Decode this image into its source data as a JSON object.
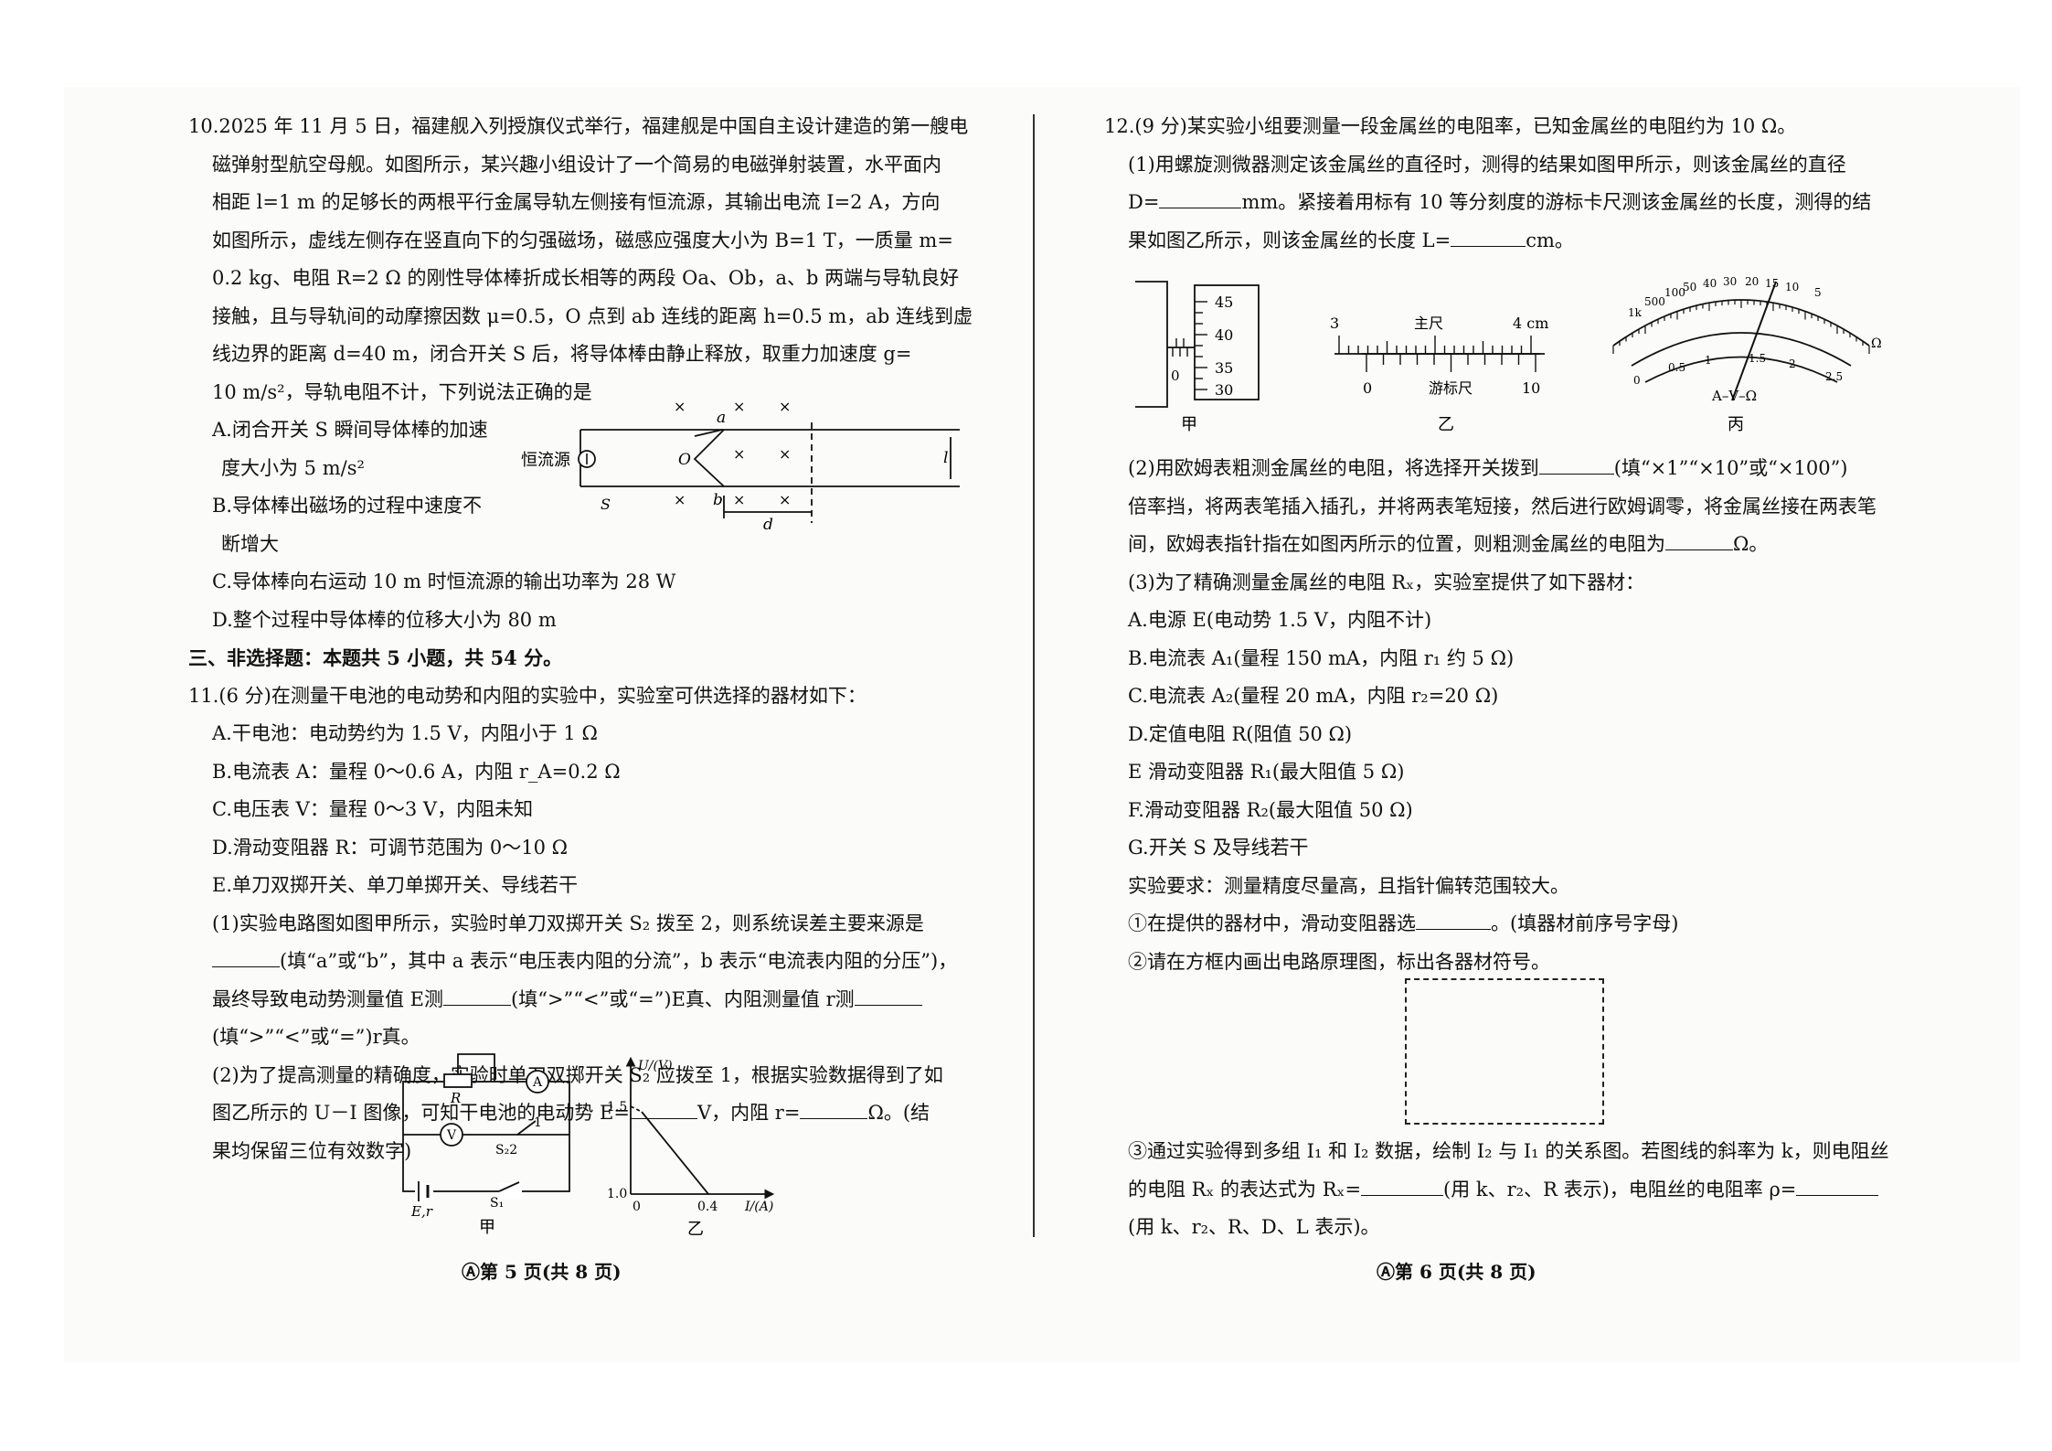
{
  "left_page": {
    "q10": {
      "lines": [
        "10.2025 年 11 月 5 日，福建舰入列授旗仪式举行，福建舰是中国自主设计建造的第一艘电",
        "磁弹射型航空母舰。如图所示，某兴趣小组设计了一个简易的电磁弹射装置，水平面内",
        "相距 l=1 m 的足够长的两根平行金属导轨左侧接有恒流源，其输出电流 I=2 A，方向",
        "如图所示，虚线左侧存在竖直向下的匀强磁场，磁感应强度大小为 B=1 T，一质量 m=",
        "0.2 kg、电阻 R=2 Ω 的刚性导体棒折成长相等的两段 Oa、Ob，a、b 两端与导轨良好",
        "接触，且与导轨间的动摩擦因数 μ=0.5，O 点到 ab 连线的距离 h=0.5 m，ab 连线到虚",
        "线边界的距离 d=40 m，闭合开关 S 后，将导体棒由静止释放，取重力加速度 g=",
        "10 m/s²，导轨电阻不计，下列说法正确的是"
      ],
      "option_a_1": "A.闭合开关 S 瞬间导体棒的加速",
      "option_a_2": "度大小为 5 m/s²",
      "option_b_1": "B.导体棒出磁场的过程中速度不",
      "option_b_2": "断增大",
      "option_c": "C.导体棒向右运动 10 m 时恒流源的输出功率为 28 W",
      "option_d": "D.整个过程中导体棒的位移大小为 80 m",
      "fig_labels": {
        "source": "恒流源",
        "switch": "S",
        "a": "a",
        "b": "b",
        "o": "O",
        "l": "l",
        "d": "d",
        "x": "×"
      }
    },
    "section3": "三、非选择题：本题共 5 小题，共 54 分。",
    "q11": {
      "intro": "11.(6 分)在测量干电池的电动势和内阻的实验中，实验室可供选择的器材如下：",
      "items": [
        "A.干电池：电动势约为 1.5 V，内阻小于 1 Ω",
        "B.电流表 A：量程 0～0.6 A，内阻 r_A=0.2 Ω",
        "C.电压表 V：量程 0～3 V，内阻未知",
        "D.滑动变阻器 R：可调节范围为 0～10 Ω",
        "E.单刀双掷开关、单刀单掷开关、导线若干"
      ],
      "part1_1": "(1)实验电路图如图甲所示，实验时单刀双掷开关 S₂ 拨至 2，则系统误差主要来源是",
      "part1_2": "(填“a”或“b”，其中 a 表示“电压表内阻的分流”，b 表示“电流表内阻的分压”)，",
      "part1_3a": "最终导致电动势测量值 E测",
      "part1_3b": "(填“>”“<”或“=”)E真、内阻测量值 r测",
      "part1_4": "(填“>”“<”或“=”)r真。",
      "part2_1": "(2)为了提高测量的精确度，实验时单刀双掷开关 S₂ 应拨至 1，根据实验数据得到了如",
      "part2_2a": "图乙所示的 U－I 图像，可知干电池的电动势 E=",
      "part2_2b": "V，内阻 r=",
      "part2_2c": "Ω。(结",
      "part2_3": "果均保留三位有效数字)",
      "fig_jia": {
        "R": "R",
        "A": "A",
        "V": "V",
        "one": "1",
        "S2": "S₂2",
        "Er": "E,r",
        "S1": "S₁",
        "caption": "甲"
      },
      "fig_yi": {
        "caption": "乙",
        "ylabel": "U/(V)",
        "xlabel": "I/(A)",
        "y_top": "1.5",
        "y_bottom": "1.0",
        "x_origin": "0",
        "x_end": "0.4"
      }
    },
    "footer": "Ⓐ第 5 页(共 8 页)"
  },
  "right_page": {
    "q12": {
      "intro": "12.(9 分)某实验小组要测量一段金属丝的电阻率，已知金属丝的电阻约为 10 Ω。",
      "p1_1": "(1)用螺旋测微器测定该金属丝的直径时，测得的结果如图甲所示，则该金属丝的直径",
      "p1_2a": "D=",
      "p1_2b": "mm。紧接着用标有 10 等分刻度的游标卡尺测该金属丝的长度，测得的结",
      "p1_3a": "果如图乙所示，则该金属丝的长度 L=",
      "p1_3b": "cm。",
      "fig_jia": {
        "ticks": [
          "45",
          "40",
          "35",
          "30"
        ],
        "zero": "0",
        "caption": "甲"
      },
      "fig_yi": {
        "main_left": "3",
        "main_title": "主尺",
        "main_right": "4 cm",
        "vernier_left": "0",
        "vernier_title": "游标尺",
        "vernier_right": "10",
        "caption": "乙"
      },
      "fig_bing": {
        "top_scale": [
          "1k",
          "500",
          "100",
          "50",
          "40",
          "30",
          "20",
          "15",
          "10",
          "5"
        ],
        "bottom_scale": [
          "0",
          "0.5",
          "1",
          "1.5",
          "2",
          "2.5"
        ],
        "omega": "Ω",
        "unit": "A–V–Ω",
        "caption": "丙"
      },
      "p2_1a": "(2)用欧姆表粗测金属丝的电阻，将选择开关拨到",
      "p2_1b": "(填“×1”“×10”或“×100”)",
      "p2_2": "倍率挡，将两表笔插入插孔，并将两表笔短接，然后进行欧姆调零，将金属丝接在两表笔",
      "p2_3a": "间，欧姆表指针指在如图丙所示的位置，则粗测金属丝的电阻为",
      "p2_3b": "Ω。",
      "p3": "(3)为了精确测量金属丝的电阻 Rₓ，实验室提供了如下器材：",
      "items": [
        "A.电源 E(电动势 1.5 V，内阻不计)",
        "B.电流表 A₁(量程 150 mA，内阻 r₁ 约 5 Ω)",
        "C.电流表 A₂(量程 20 mA，内阻 r₂=20 Ω)",
        "D.定值电阻 R(阻值 50 Ω)",
        "E 滑动变阻器 R₁(最大阻值 5 Ω)",
        "F.滑动变阻器 R₂(最大阻值 50 Ω)",
        "G.开关 S 及导线若干"
      ],
      "requirement": "实验要求：测量精度尽量高，且指针偏转范围较大。",
      "c1a": "①在提供的器材中，滑动变阻器选",
      "c1b": "。(填器材前序号字母)",
      "c2": "②请在方框内画出电路原理图，标出各器材符号。",
      "c3_1": "③通过实验得到多组 I₁ 和 I₂ 数据，绘制 I₂ 与 I₁ 的关系图。若图线的斜率为 k，则电阻丝",
      "c3_2a": "的电阻 Rₓ 的表达式为 Rₓ=",
      "c3_2b": "(用 k、r₂、R 表示)，电阻丝的电阻率 ρ=",
      "c3_3": "(用 k、r₂、R、D、L 表示)。"
    },
    "footer": "Ⓐ第 6 页(共 8 页)"
  }
}
